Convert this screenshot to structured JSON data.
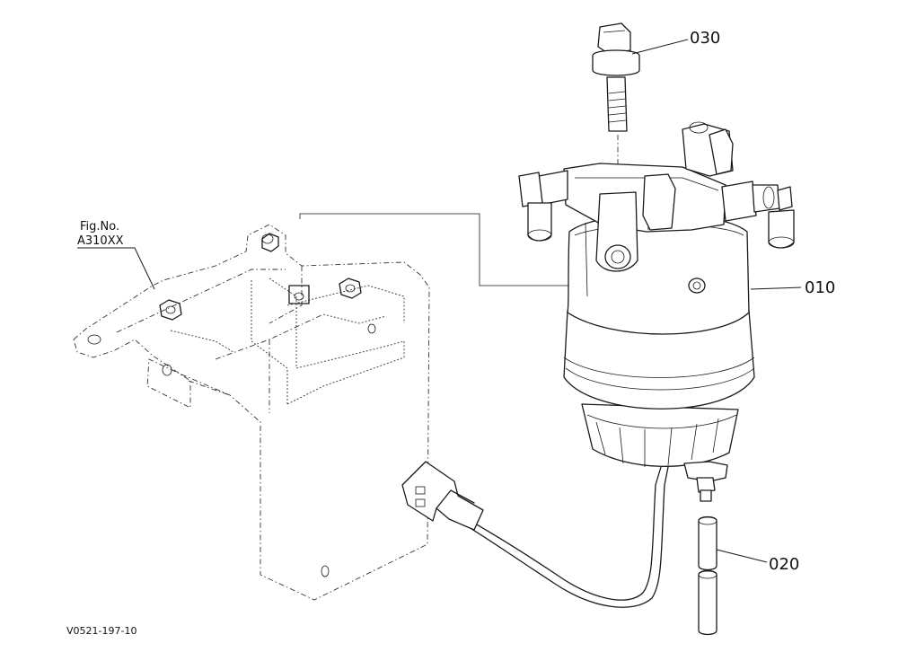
{
  "figure_ref": {
    "line1": "Fig.No.",
    "line2": "A310XX"
  },
  "callouts": [
    {
      "id": "callout-030",
      "label": "030"
    },
    {
      "id": "callout-010",
      "label": "010"
    },
    {
      "id": "callout-020",
      "label": "020"
    }
  ],
  "drawing_code": "V0521-197-10"
}
